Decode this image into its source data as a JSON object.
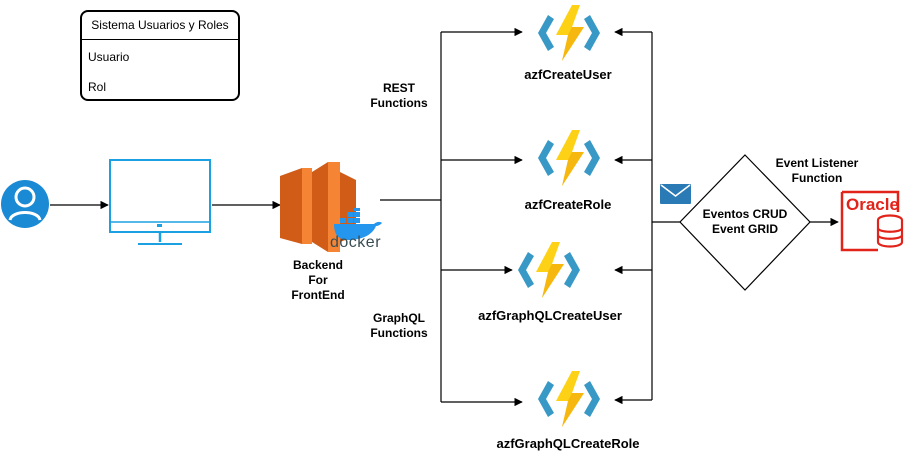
{
  "entity": {
    "title": "Sistema Usuarios y Roles",
    "fields": [
      "Usuario",
      "Rol"
    ]
  },
  "backend": {
    "label_lines": [
      "Backend",
      "For",
      "FrontEnd"
    ],
    "docker_text": "docker"
  },
  "groups": {
    "rest_lines": [
      "REST",
      "Functions"
    ],
    "graphql_lines": [
      "GraphQL",
      "Functions"
    ]
  },
  "functions": [
    {
      "name": "azfCreateUser"
    },
    {
      "name": "azfCreateRole"
    },
    {
      "name": "azfGraphQLCreateUser"
    },
    {
      "name": "azfGraphQLCreateRole"
    }
  ],
  "events": {
    "diamond_lines": [
      "Eventos CRUD",
      "Event GRID"
    ],
    "listener_lines": [
      "Event Listener",
      "Function"
    ]
  },
  "oracle": {
    "text": "Oracle"
  },
  "colors": {
    "user_icon": "#1a8ad4",
    "monitor": "#1ba1e2",
    "aws_orange_dark": "#d05c17",
    "aws_orange": "#f58534",
    "docker_blue": "#2496ed",
    "bolt": "#fcd116",
    "bolt_dark": "#f0a30a",
    "chevron": "#3999c6",
    "chevron_dark": "#59b4d9",
    "oracle_red": "#e2231a",
    "envelope": "#2a7ab5"
  }
}
